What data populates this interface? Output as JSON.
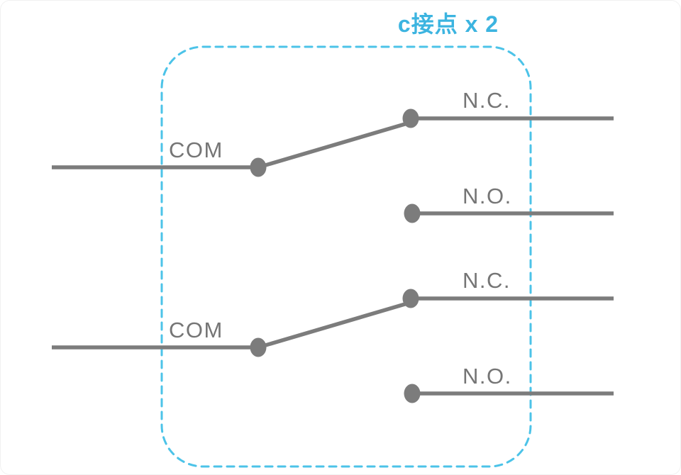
{
  "header": {
    "title": "c接点 x 2"
  },
  "colors": {
    "accent": "#3cb4e0",
    "outline": "#4cc3e8",
    "wire": "#7c7c7c",
    "label": "#757575"
  },
  "diagram": {
    "type": "relay-contact-schematic",
    "poles": [
      {
        "com_label": "COM",
        "nc_label": "N.C.",
        "no_label": "N.O."
      },
      {
        "com_label": "COM",
        "nc_label": "N.C.",
        "no_label": "N.O."
      }
    ]
  }
}
